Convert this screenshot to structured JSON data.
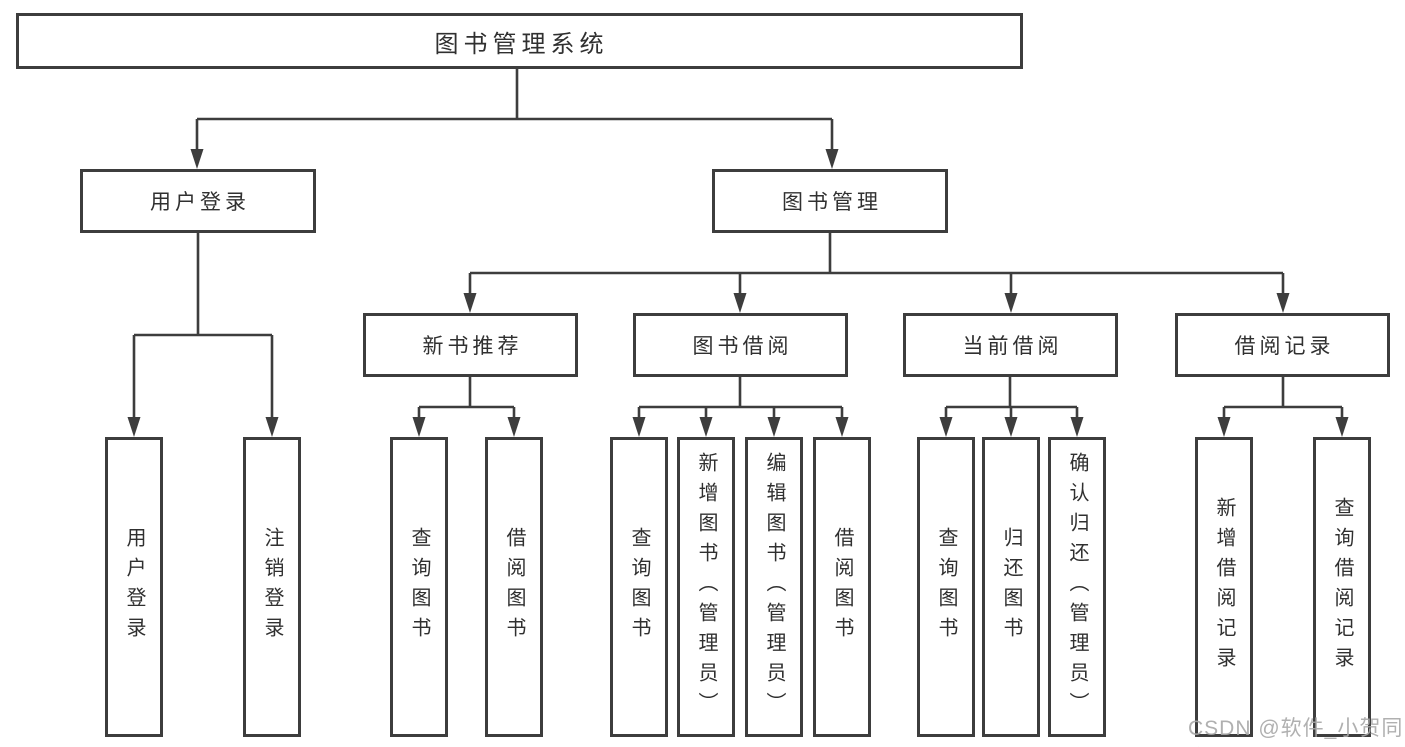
{
  "diagram": {
    "root": {
      "label": "图书管理系统"
    },
    "level2": [
      {
        "label": "用户登录"
      },
      {
        "label": "图书管理"
      }
    ],
    "level3": [
      {
        "label": "新书推荐"
      },
      {
        "label": "图书借阅"
      },
      {
        "label": "当前借阅"
      },
      {
        "label": "借阅记录"
      }
    ],
    "leafGroups": [
      {
        "parent": "用户登录",
        "items": [
          "用户登录",
          "注销登录"
        ]
      },
      {
        "parent": "新书推荐",
        "items": [
          "查询图书",
          "借阅图书"
        ]
      },
      {
        "parent": "图书借阅",
        "items": [
          "查询图书",
          "新增图书（管理员）",
          "编辑图书（管理员）",
          "借阅图书"
        ]
      },
      {
        "parent": "当前借阅",
        "items": [
          "查询图书",
          "归还图书",
          "确认归还（管理员）"
        ]
      },
      {
        "parent": "借阅记录",
        "items": [
          "新增借阅记录",
          "查询借阅记录"
        ]
      }
    ]
  },
  "watermark": {
    "text": "CSDN @软件_小贺同学"
  },
  "colors": {
    "line": "#3d3d3d",
    "text": "#303030",
    "watermark": "#a8a8a8",
    "background": "#ffffff"
  }
}
